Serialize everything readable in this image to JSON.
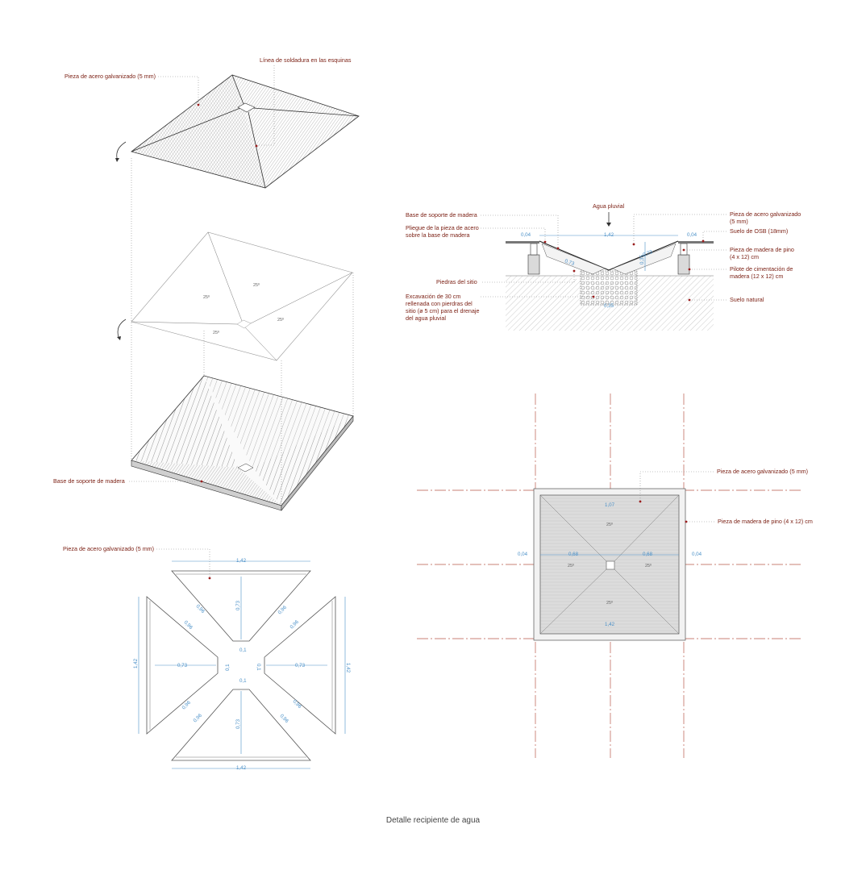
{
  "labels": {
    "exploded_steel": "Pieza de acero galvanizado (5 mm)",
    "weld_line": "Línea de soldadura en las esquinas",
    "exploded_base": "Base de soporte de madera",
    "flat_steel": "Pieza de acero galvanizado (5 mm)",
    "section": {
      "rain": "Agua pluvial",
      "base": "Base de soporte de madera",
      "fold": [
        "Pliegue de la pieza de acero",
        "sobre la base de madera"
      ],
      "stones": "Piedras del sitio",
      "excavation": [
        "Excavación de 30 cm",
        "rellenada con pierdras del",
        "sitio (ø 5 cm) para el drenaje",
        "del agua pluvial"
      ],
      "steel": [
        "Pieza de acero galvanizado",
        "(5 mm)"
      ],
      "osb": "Suelo de OSB (18mm)",
      "pine": [
        "Pieza de madera de pino",
        "(4 x 12) cm"
      ],
      "pile": [
        "Pilote de cimentación de",
        "madera (12 x 12) cm"
      ],
      "soil": "Suelo natural"
    },
    "plan_steel": "Pieza de acero galvanizado (5 mm)",
    "plan_pine": "Pieza de madera de pino (4 x 12) cm"
  },
  "dims": {
    "side": "1,42",
    "half": "0,73",
    "diag": "0,96",
    "gap": "0,1",
    "edge": "0,04",
    "plan_half": "0,68",
    "depth": "0,35",
    "inner": "1,07"
  },
  "slope": "25º",
  "caption": "Detalle recipiente de agua",
  "colors": {
    "label": "#7a1e12",
    "dimension": "#4a90c8",
    "axis": "#b85a4a",
    "marker": "#9b1d1d"
  }
}
